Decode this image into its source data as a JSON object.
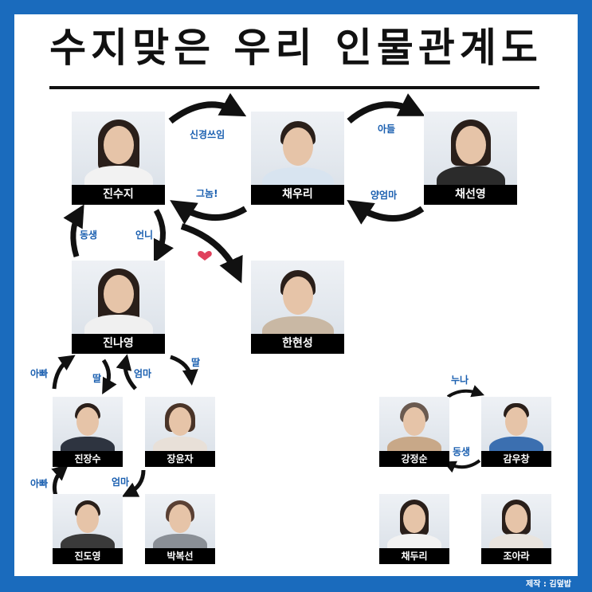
{
  "title": "수지맞은 우리 인물관계도",
  "credit": "제작 : 김덮밥",
  "colors": {
    "frame": "#1a6bbd",
    "label": "#1a5fb0",
    "arrow": "#111111",
    "heart": "#e0415c",
    "nameplate": "#000000"
  },
  "people": {
    "jinsuji": {
      "name": "진수지"
    },
    "chaewoori": {
      "name": "채우리"
    },
    "chaeseonyoung": {
      "name": "채선영"
    },
    "jinnayoung": {
      "name": "진나영"
    },
    "hanhyunsung": {
      "name": "한현성"
    },
    "jinjangsoo": {
      "name": "진장수"
    },
    "jangyunja": {
      "name": "장윤자"
    },
    "jindoyoung": {
      "name": "진도영"
    },
    "parkbokseon": {
      "name": "박복선"
    },
    "kangjeongsoon": {
      "name": "강정순"
    },
    "kangwoochang": {
      "name": "감우창"
    },
    "chaeduri": {
      "name": "채두리"
    },
    "joara": {
      "name": "조아라"
    }
  },
  "relations": {
    "sinkyeong": "신경쓰임",
    "geunom": "그놈!",
    "adeul": "아들",
    "yangeomma": "양엄마",
    "dongsaeng1": "동생",
    "eonni": "언니",
    "appa1": "아빠",
    "ttal1": "딸",
    "eomma1": "엄마",
    "ttal2": "딸",
    "appa2": "아빠",
    "eomma2": "엄마",
    "nuna": "누나",
    "dongsaeng2": "동생"
  }
}
